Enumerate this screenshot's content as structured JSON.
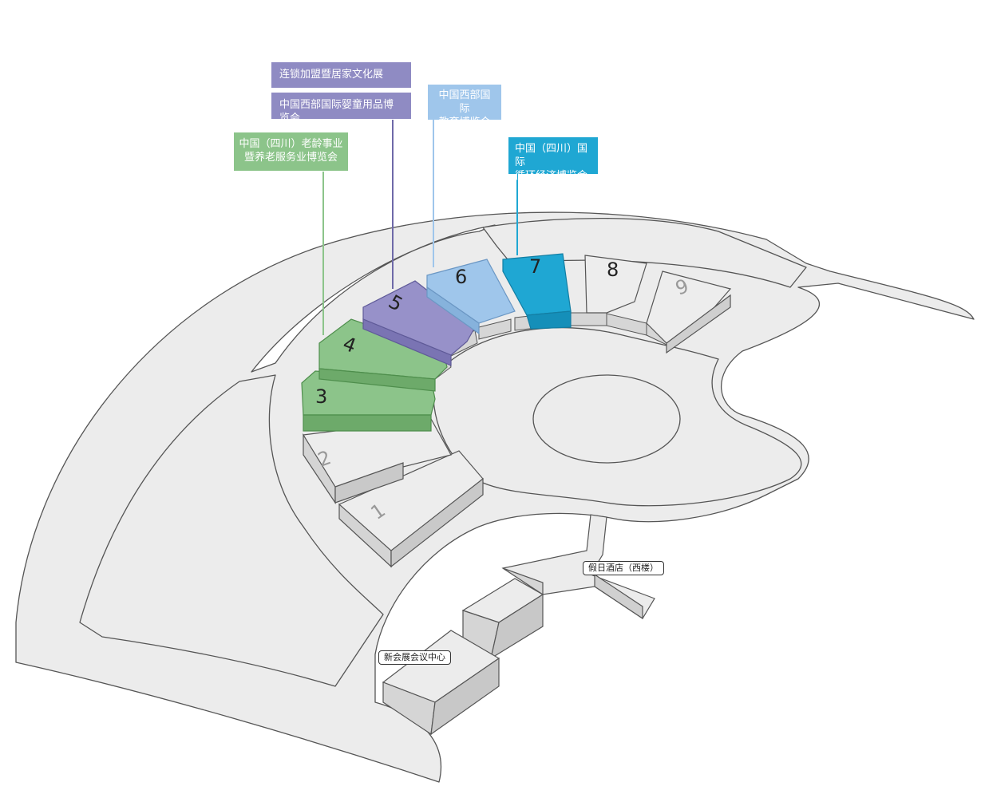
{
  "halls": [
    {
      "number": "1",
      "color": "#ededed",
      "highlighted": false
    },
    {
      "number": "2",
      "color": "#ededed",
      "highlighted": false
    },
    {
      "number": "3",
      "color": "#8cc48a",
      "highlighted": true
    },
    {
      "number": "4",
      "color": "#8cc48a",
      "highlighted": true
    },
    {
      "number": "5",
      "color": "#9791c9",
      "highlighted": true
    },
    {
      "number": "6",
      "color": "#9fc6eb",
      "highlighted": true
    },
    {
      "number": "7",
      "color": "#1fa7d3",
      "highlighted": true
    },
    {
      "number": "8",
      "color": "#ededed",
      "highlighted": false
    },
    {
      "number": "9",
      "color": "#ededed",
      "highlighted": false
    }
  ],
  "exhibitions": [
    {
      "lines": [
        "连锁加盟暨居家文化展"
      ],
      "halls": [
        "5"
      ],
      "color": "#8f8bc3"
    },
    {
      "lines": [
        "中国西部国际婴童用品博览会"
      ],
      "halls": [
        "5"
      ],
      "color": "#8f8bc3"
    },
    {
      "lines": [
        "中国西部国际",
        "教育博览会"
      ],
      "halls": [
        "6"
      ],
      "color": "#9fc6eb"
    },
    {
      "lines": [
        "中国（四川）老龄事业",
        "暨养老服务业博览会"
      ],
      "halls": [
        "3",
        "4"
      ],
      "color": "#8cc48a"
    },
    {
      "lines": [
        "中国（四川）国际",
        "循环经济博览会"
      ],
      "halls": [
        "7"
      ],
      "color": "#1fa7d3"
    }
  ],
  "landmarks": {
    "hotel": "假日酒店（西楼）",
    "conference": "新会展会议中心"
  },
  "colors": {
    "ground": "#ececec",
    "building": "#ececec",
    "outline": "#555555"
  }
}
